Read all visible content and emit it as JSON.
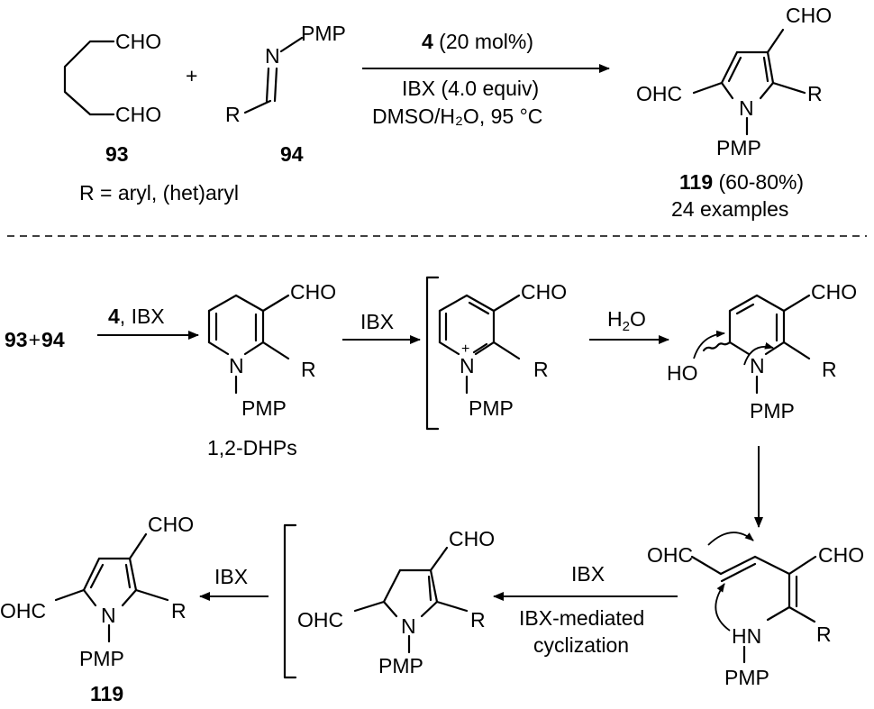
{
  "top": {
    "reactant1_cho_top": "CHO",
    "reactant1_cho_bottom": "CHO",
    "reactant1_label": "93",
    "plus": "+",
    "reactant2_pmp": "PMP",
    "reactant2_n": "N",
    "reactant2_r": "R",
    "reactant2_label": "94",
    "r_definition": "R = aryl, (het)aryl",
    "catalyst_num": "4",
    "catalyst_loading": " (20 mol%)",
    "oxidant": "IBX (4.0 equiv)",
    "solvent_conditions": "DMSO/H₂O, 95 °C",
    "product_cho_top": "CHO",
    "product_cho_left": "OHC",
    "product_r": "R",
    "product_n": "N",
    "product_pmp": "PMP",
    "product_num": "119",
    "product_yield": " (60-80%)",
    "product_examples": "24 examples"
  },
  "mechanism": {
    "start_93": "93",
    "start_plus": "+",
    "start_94": "94",
    "step1_cat": "4",
    "step1_reagent": ", IBX",
    "dhp_cho": "CHO",
    "dhp_n": "N",
    "dhp_r": "R",
    "dhp_pmp": "PMP",
    "dhp_label": "1,2-DHPs",
    "step2_reagent": "IBX",
    "pyridinium_cho": "CHO",
    "pyridinium_n": "N",
    "pyridinium_charge": "+",
    "pyridinium_r": "R",
    "pyridinium_pmp": "PMP",
    "step3_reagent": "H₂O",
    "hydrate_cho": "CHO",
    "hydrate_ho": "HO",
    "hydrate_n": "N",
    "hydrate_r": "R",
    "hydrate_pmp": "PMP",
    "open_ohc": "OHC",
    "open_cho": "CHO",
    "open_hn": "HN",
    "open_r": "R",
    "open_pmp": "PMP",
    "cyclization_reagent": "IBX",
    "cyclization_text_line1": "IBX-mediated",
    "cyclization_text_line2": "cyclization",
    "dihydro_cho": "CHO",
    "dihydro_ohc": "OHC",
    "dihydro_n": "N",
    "dihydro_r": "R",
    "dihydro_pmp": "PMP",
    "final_step_reagent": "IBX",
    "final_cho": "CHO",
    "final_ohc": "OHC",
    "final_n": "N",
    "final_r": "R",
    "final_pmp": "PMP",
    "final_label": "119"
  }
}
